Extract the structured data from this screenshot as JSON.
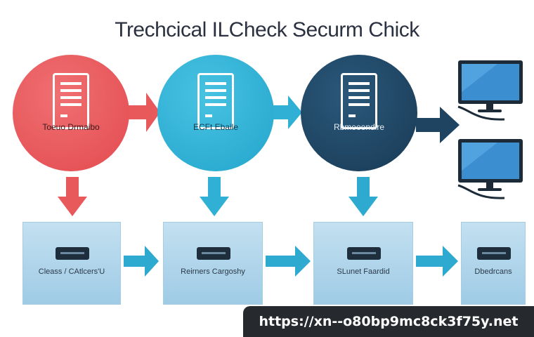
{
  "title": "Trechcical ILCheck Securm Chick",
  "nodes": [
    {
      "label": "Toeuo Drmaibo",
      "color": "#e8595c"
    },
    {
      "label": "ECFt Ebaile",
      "color": "#2fb0d4"
    },
    {
      "label": "Rbmeeendire",
      "color": "#1f4461"
    }
  ],
  "boxes": [
    {
      "label": "Cleass / CAtlcers'U"
    },
    {
      "label": "Reirners Cargoshy"
    },
    {
      "label": "SLunet Faardid"
    },
    {
      "label": "Dbedrcans"
    }
  ],
  "colors": {
    "red": "#e8595c",
    "cyan": "#2fb0d4",
    "navy": "#1f4461",
    "arrow": "#2ea9cf"
  },
  "watermark": "https://xn--o80bp9mc8ck3f75y.net"
}
